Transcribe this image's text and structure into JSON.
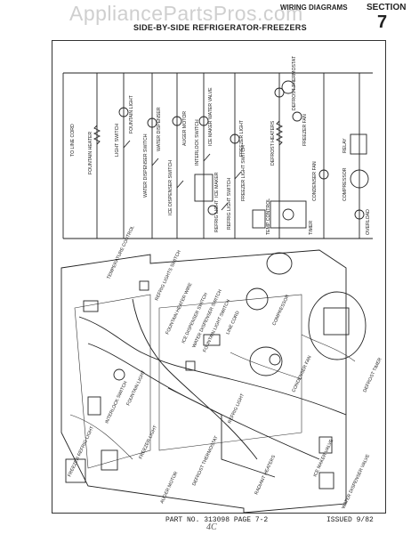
{
  "header": {
    "watermark": "AppliancePartsPros.com",
    "category": "WIRING DIAGRAMS",
    "section_label": "SECTION",
    "section_number": "7",
    "title": "SIDE-BY-SIDE REFRIGERATOR-FREEZERS"
  },
  "schematic": {
    "line_cord": "TO LINE CORD",
    "components": {
      "fountain_heater": "FOUNTAIN HEATER",
      "light_switch": "LIGHT SWITCH",
      "fountain_light": "FOUNTAIN LIGHT",
      "water_dispenser_switch": "WATER DISPENSER SWITCH",
      "water_dispenser": "WATER DISPENSER",
      "ice_dispenser_switch": "ICE DISPENSER SWITCH",
      "auger_motor": "AUGER MOTOR",
      "interlock_switch": "INTERLOCK SWITCH",
      "ice_maker": "ICE MAKER",
      "ice_maker_water_valve": "ICE MAKER WATER VALVE",
      "refrig_light_switch": "REFRIG LIGHT SWITCH",
      "refrig_light": "REFRIG LIGHT",
      "freezer_light_switch": "FREEZER LIGHT SWITCH",
      "freezer_light": "FREEZER LIGHT",
      "temp_control": "TEMP CONTROL",
      "defrost_heaters": "DEFROST HEATERS",
      "defrost_thermostat": "DEFROST THERMOSTAT",
      "freezer_fan": "FREEZER FAN",
      "condenser_fan": "CONDENSER FAN",
      "compressor": "COMPRESSOR",
      "relay": "RELAY",
      "overload": "OVERLOAD",
      "timer": "TIMER"
    }
  },
  "pictorial": {
    "temperature_control": "TEMPERATURE CONTROL",
    "refrig_lights_switch": "REFRIG LIGHTS SWITCH",
    "fountain_heater_wire": "FOUNTAIN HEATER WIRE",
    "ice_dispenser_switch": "ICE DISPENSER SWITCH",
    "water_dispenser_switch": "WATER DISPENSER SWITCH",
    "fountain_light_switch": "FOUNTAIN LIGHT SWITCH",
    "line_cord": "LINE CORD",
    "compressor": "COMPRESSOR",
    "condenser_fan": "CONDENSER FAN",
    "defrost_timer": "DEFROST TIMER",
    "ice_maker_valve": "ICE MAKER VALVE",
    "water_dispenser_valve": "WATER DISPENSER VALVE",
    "freezer_refrig_light": "FREEZER REFRIG LIGHT",
    "interlock_switch": "INTERLOCK SWITCH",
    "fountain_light": "FOUNTAIN LIGHT",
    "defrost_thermostat": "DEFROST THERMOSTAT",
    "radiant_heaters": "RADIANT HEATERS",
    "auger_motor": "AUGER MOTOR",
    "freezer_light": "FREEZER LIGHT",
    "refrig_light": "REFRIG LIGHT"
  },
  "footer": {
    "part_no": "PART NO. 313098  PAGE 7-2",
    "issued": "ISSUED 9/82",
    "signature": "4C"
  }
}
